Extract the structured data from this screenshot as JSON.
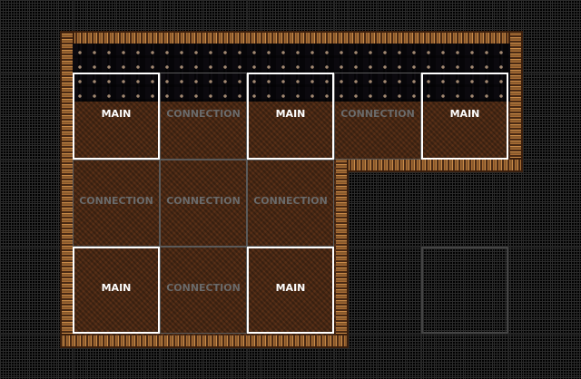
{
  "grid": {
    "columns": 5,
    "rows": 3
  },
  "rooms": [
    {
      "row": 0,
      "col": 0,
      "type": "main",
      "label": "MAIN"
    },
    {
      "row": 0,
      "col": 1,
      "type": "conn",
      "label": "CONNECTION"
    },
    {
      "row": 0,
      "col": 2,
      "type": "main",
      "label": "MAIN"
    },
    {
      "row": 0,
      "col": 3,
      "type": "conn",
      "label": "CONNECTION"
    },
    {
      "row": 0,
      "col": 4,
      "type": "main",
      "label": "MAIN"
    },
    {
      "row": 1,
      "col": 0,
      "type": "conn",
      "label": "CONNECTION"
    },
    {
      "row": 1,
      "col": 1,
      "type": "conn",
      "label": "CONNECTION"
    },
    {
      "row": 1,
      "col": 2,
      "type": "conn",
      "label": "CONNECTION"
    },
    {
      "row": 2,
      "col": 0,
      "type": "main",
      "label": "MAIN"
    },
    {
      "row": 2,
      "col": 1,
      "type": "conn",
      "label": "CONNECTION"
    },
    {
      "row": 2,
      "col": 2,
      "type": "main",
      "label": "MAIN"
    }
  ],
  "empty_slots": [
    {
      "row": 2,
      "col": 4
    }
  ],
  "colors": {
    "main_border": "#ffffff",
    "connection_border": "#5a5a5a",
    "dirt": "#4a2a16"
  }
}
